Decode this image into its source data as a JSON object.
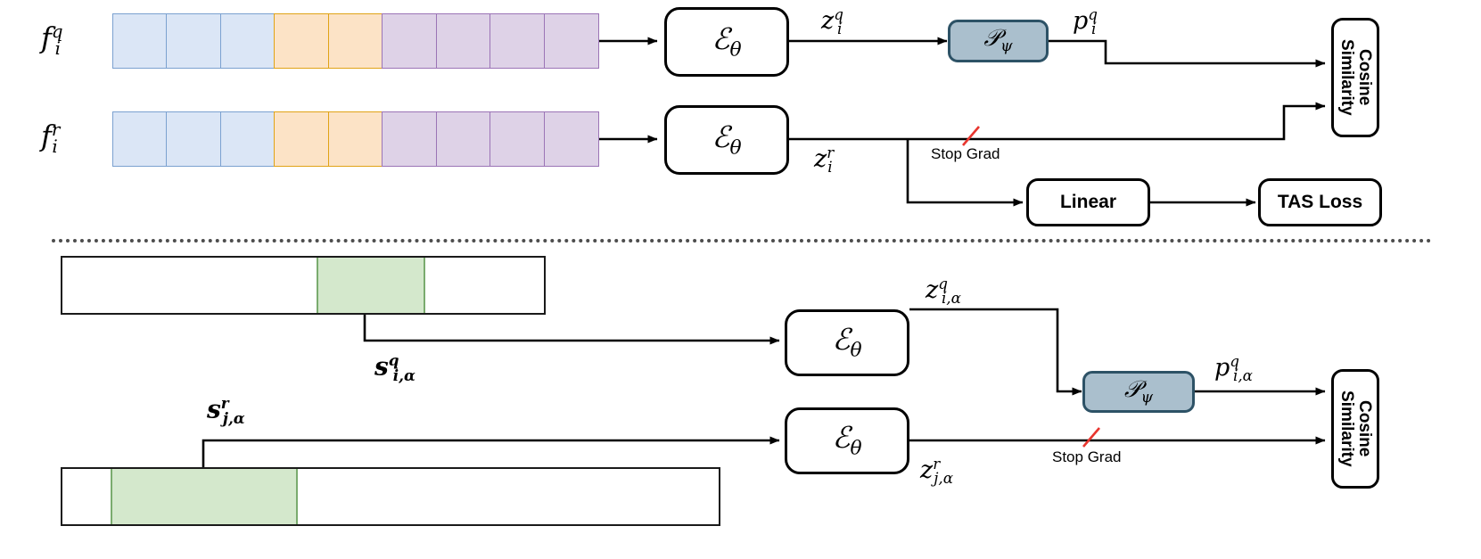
{
  "diagram": {
    "title": "Self-supervised sequence and segment representation learning diagram",
    "colors": {
      "blue_fill": "#dbe6f6",
      "blue_border": "#7ba1d0",
      "orange_fill": "#fce3c6",
      "orange_border": "#e0a316",
      "purple_fill": "#ded2e7",
      "purple_border": "#9b74b6",
      "green_fill": "#d4e8cc",
      "green_border": "#7aab6e",
      "projector_fill": "#aabfcd",
      "projector_border": "#2d5266",
      "stopgrad_slash": "#e8352e",
      "line": "#000000"
    }
  },
  "top_branch": {
    "query_row": {
      "label": "f",
      "label_sup": "q",
      "label_sub": "i",
      "cells": [
        {
          "color": "blue"
        },
        {
          "color": "blue"
        },
        {
          "color": "blue"
        },
        {
          "color": "orange"
        },
        {
          "color": "orange"
        },
        {
          "color": "purple"
        },
        {
          "color": "purple"
        },
        {
          "color": "purple"
        },
        {
          "color": "purple"
        }
      ],
      "encoder_label": "ℰ",
      "encoder_sub": "θ",
      "output_label": "z",
      "output_sup": "q",
      "output_sub": "i",
      "projector_label": "𝒫",
      "projector_sub": "ψ",
      "projection_label": "p",
      "projection_sup": "q",
      "projection_sub": "i"
    },
    "reference_row": {
      "label": "f",
      "label_sup": "r",
      "label_sub": "i",
      "cells": [
        {
          "color": "blue"
        },
        {
          "color": "blue"
        },
        {
          "color": "blue"
        },
        {
          "color": "orange"
        },
        {
          "color": "orange"
        },
        {
          "color": "purple"
        },
        {
          "color": "purple"
        },
        {
          "color": "purple"
        },
        {
          "color": "purple"
        }
      ],
      "encoder_label": "ℰ",
      "encoder_sub": "θ",
      "output_label": "z",
      "output_sup": "r",
      "output_sub": "i"
    },
    "stop_grad_label": "Stop Grad",
    "cosine_similarity_label": "Cosine\nSimilarity",
    "linear_label": "Linear",
    "tas_loss_label": "TAS Loss"
  },
  "bottom_branch": {
    "query_bar": {
      "segments": [
        {
          "kind": "plain",
          "flex": 287
        },
        {
          "kind": "green",
          "flex": 123
        },
        {
          "kind": "plain",
          "flex": 134
        }
      ],
      "segment_label": "s",
      "segment_sup": "q",
      "segment_sub": "i,α",
      "encoder_label": "ℰ",
      "encoder_sub": "θ",
      "output_label": "z",
      "output_sup": "q",
      "output_sub": "i,α",
      "projector_label": "𝒫",
      "projector_sub": "ψ",
      "projection_label": "p",
      "projection_sup": "q",
      "projection_sub": "i,α"
    },
    "reference_bar": {
      "segments": [
        {
          "kind": "plain",
          "flex": 54
        },
        {
          "kind": "green",
          "flex": 211
        },
        {
          "kind": "plain",
          "flex": 475
        }
      ],
      "segment_label": "s",
      "segment_sup": "r",
      "segment_sub": "j,α",
      "encoder_label": "ℰ",
      "encoder_sub": "θ",
      "output_label": "z",
      "output_sup": "r",
      "output_sub": "j,α"
    },
    "stop_grad_label": "Stop Grad",
    "cosine_similarity_label": "Cosine\nSimilarity"
  }
}
